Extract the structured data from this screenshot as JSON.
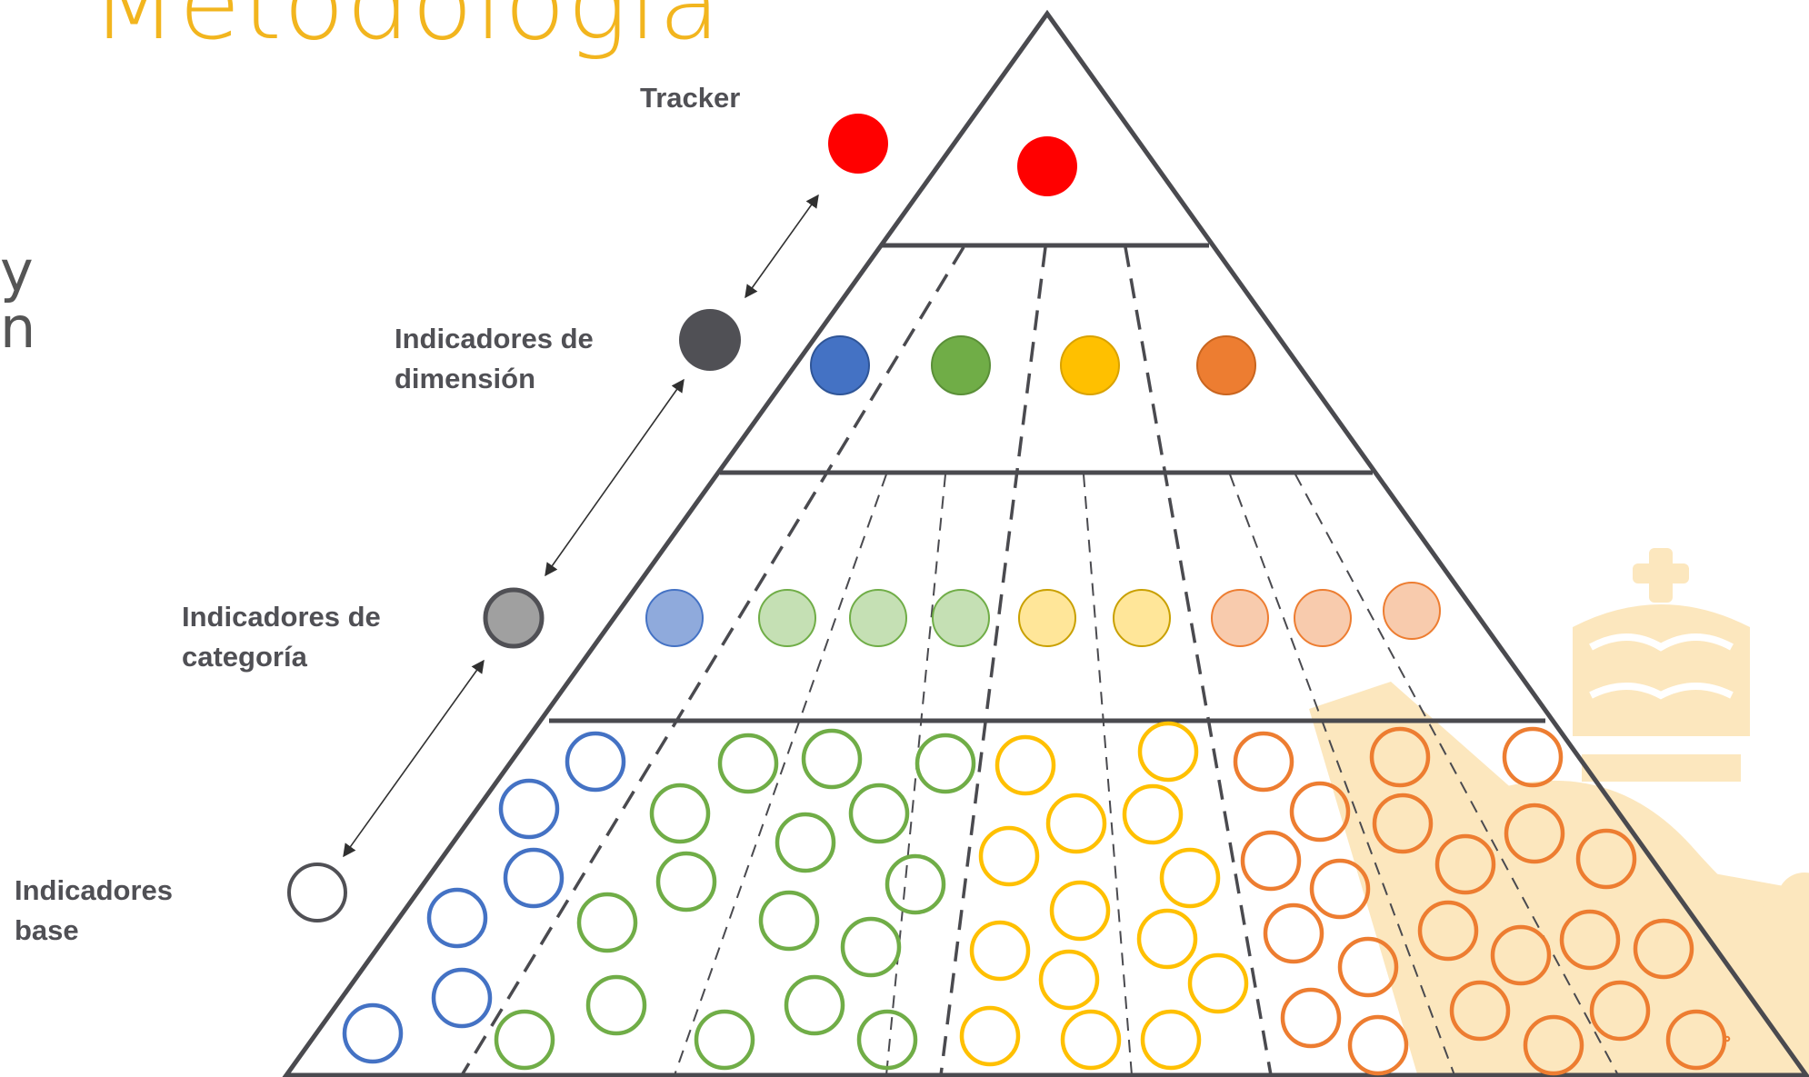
{
  "slide": {
    "title": "Metodología",
    "left_fragment_1": "y",
    "left_fragment_2": "n"
  },
  "levels": {
    "tracker": "Tracker",
    "dimension": [
      "Indicadores de",
      "dimensión"
    ],
    "category": [
      "Indicadores de",
      "categoría"
    ],
    "base": [
      "Indicadores",
      "base"
    ]
  },
  "colors": {
    "pyramid": "#4A4A4F",
    "red": "#FF0000",
    "blue": "#4472C4",
    "green": "#70AD47",
    "yellow": "#FFC000",
    "orange": "#ED7D31",
    "dark_gray": "#505055",
    "gray": "#A0A0A0",
    "watermark": "#FCE7BE"
  },
  "icons": {
    "watermark": "crowned-seal-watermark-icon",
    "connector": "double-arrow-icon"
  }
}
